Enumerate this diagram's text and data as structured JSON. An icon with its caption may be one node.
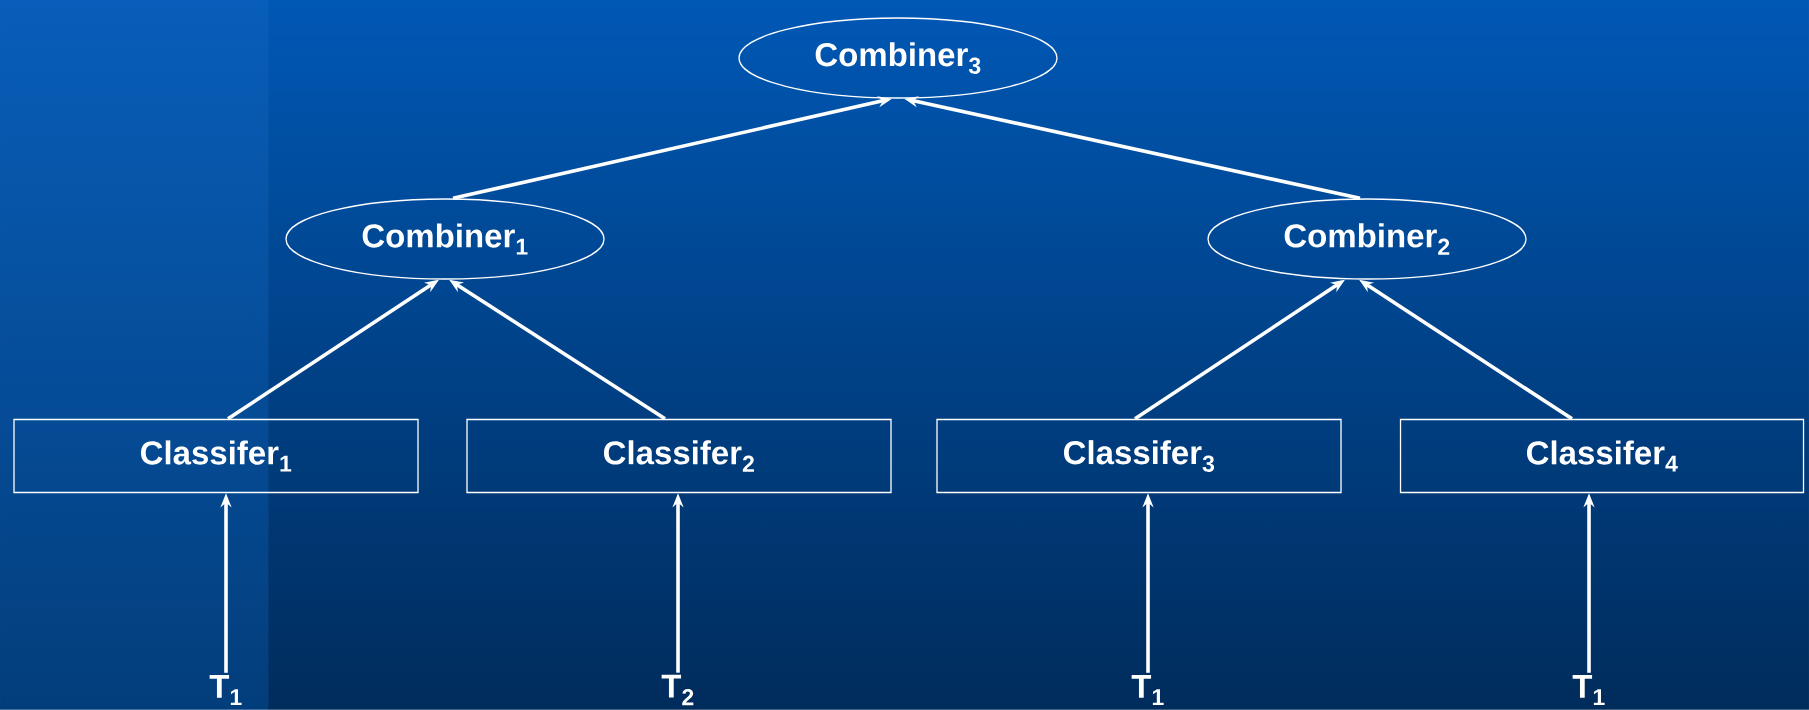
{
  "diagram": {
    "nodes": [
      {
        "text": [
          "Combiner$_{3}$"
        ]
      },
      {
        "text": [
          "Combiner$_{1}$"
        ]
      },
      {
        "text": [
          "Combiner$_{2}$"
        ]
      },
      {
        "text": [
          "Classifer$_{1}$"
        ]
      },
      {
        "text": [
          "Classifer$_{2}$"
        ]
      },
      {
        "text": [
          "Classifer$_{3}$"
        ]
      },
      {
        "text": [
          "Classifer$_{4}$"
        ]
      },
      {
        "text": [
          "T$_{1}$"
        ]
      },
      {
        "text": [
          "T$_{2}$"
        ]
      },
      {
        "text": [
          "T$_{1}$"
        ]
      },
      {
        "text": [
          "T$_{1}$"
        ]
      }
    ],
    "edges": [
      {
        "from": 7,
        "to": 3,
        "arrow": "to"
      },
      {
        "from": 8,
        "to": 4,
        "arrow": "to"
      },
      {
        "from": 9,
        "to": 5,
        "arrow": "to"
      },
      {
        "from": 10,
        "to": 6,
        "arrow": "to"
      },
      {
        "from": 3,
        "to": 1,
        "arrow": "to"
      },
      {
        "from": 4,
        "to": 1,
        "arrow": "to"
      },
      {
        "from": 5,
        "to": 2,
        "arrow": "to"
      },
      {
        "from": 6,
        "to": 2,
        "arrow": "to"
      },
      {
        "from": 1,
        "to": 0,
        "arrow": "to"
      },
      {
        "from": 2,
        "to": 0,
        "arrow": "to"
      }
    ]
  }
}
